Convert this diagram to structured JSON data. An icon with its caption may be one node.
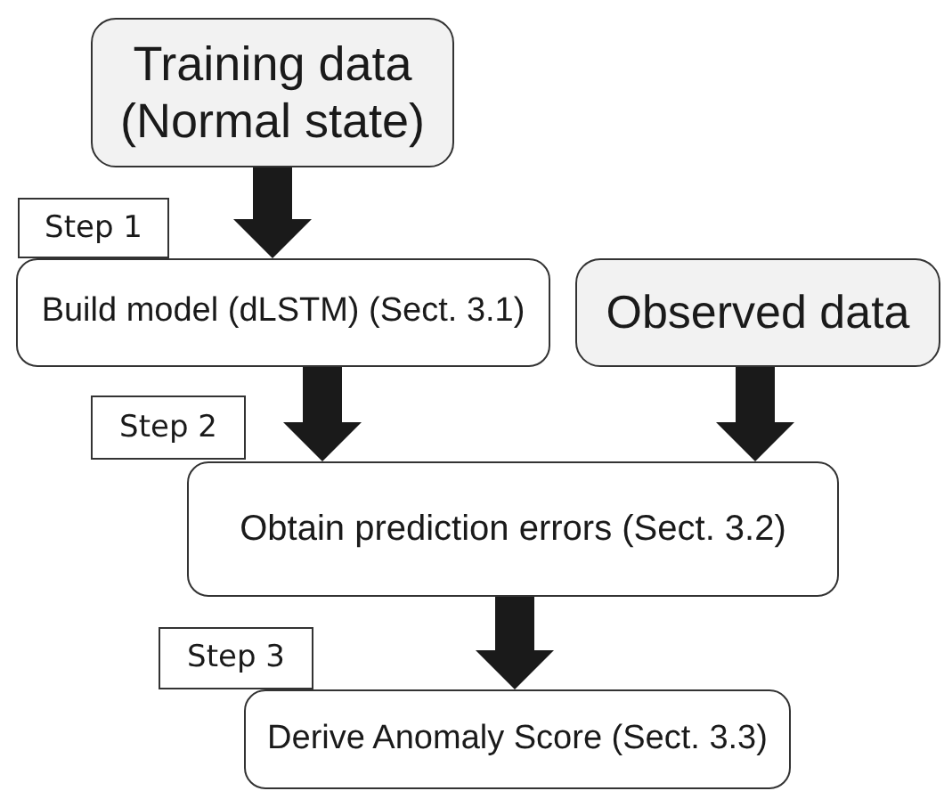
{
  "diagram": {
    "nodes": [
      {
        "text": [
          "Training data (Normal state)"
        ]
      },
      {
        "text": [
          "Step 1"
        ]
      },
      {
        "text": [
          "Build model (dLSTM) (Sect. 3.1)"
        ]
      },
      {
        "text": [
          "Observed data"
        ]
      },
      {
        "text": [
          "Step 2"
        ]
      },
      {
        "text": [
          "Obtain prediction errors (Sect. 3.2)"
        ]
      },
      {
        "text": [
          "Step 3"
        ]
      },
      {
        "text": [
          "Derive Anomaly Score (Sect. 3.3)"
        ]
      }
    ],
    "edges": [
      {
        "from": 0,
        "to": 2,
        "arrow": "to"
      },
      {
        "from": 2,
        "to": 5,
        "arrow": "to"
      },
      {
        "from": 3,
        "to": 5,
        "arrow": "to"
      },
      {
        "from": 5,
        "to": 7,
        "arrow": "to"
      }
    ]
  }
}
